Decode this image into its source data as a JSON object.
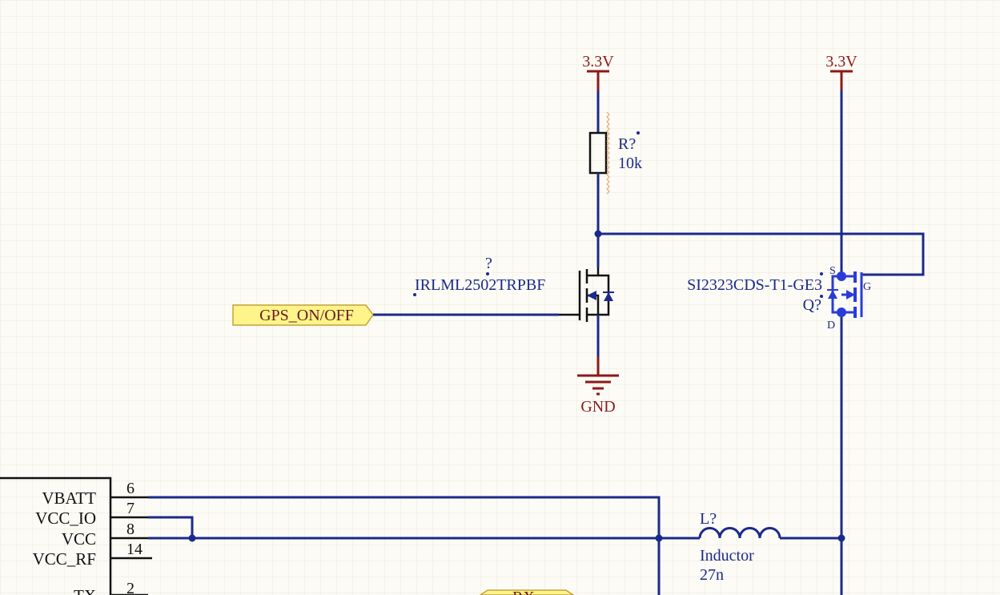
{
  "power": {
    "left_supply": "3.3V",
    "right_supply": "3.3V",
    "ground": "GND"
  },
  "resistor": {
    "designator": "R?",
    "value": "10k"
  },
  "nmos": {
    "designator": "?",
    "part": "IRLML2502TRPBF"
  },
  "pmos": {
    "designator": "Q?",
    "part": "SI2323CDS-T1-GE3",
    "pin_s": "S",
    "pin_g": "G",
    "pin_d": "D"
  },
  "port": {
    "gps": "GPS_ON/OFF",
    "rx": "RX"
  },
  "inductor": {
    "designator": "L?",
    "type": "Inductor",
    "value": "27n"
  },
  "ic": {
    "pins": [
      {
        "name": "VBATT",
        "number": "6"
      },
      {
        "name": "VCC_IO",
        "number": "7"
      },
      {
        "name": "VCC",
        "number": "8"
      },
      {
        "name": "VCC_RF",
        "number": "14"
      },
      {
        "name": "TX",
        "number": "2"
      }
    ]
  },
  "colors": {
    "background": "#fcfbf5",
    "grid": "#ece9dc",
    "wire": "#1b2a8a",
    "power": "#8b1a1a",
    "port_fill": "#fdf48a"
  }
}
